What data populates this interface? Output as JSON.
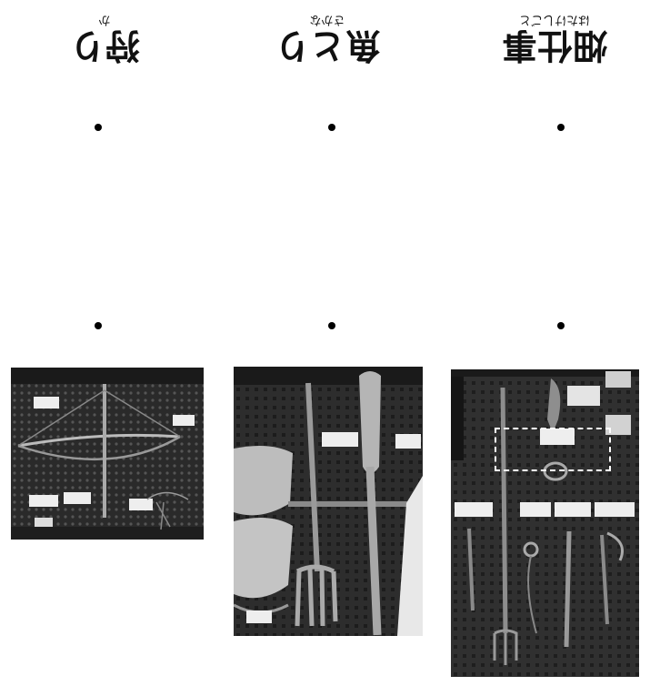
{
  "columns": [
    {
      "title": "狩り",
      "ruby": "か"
    },
    {
      "title": "魚とり",
      "ruby": "さかな"
    },
    {
      "title": "畑仕事",
      "ruby": "はたけしごと"
    }
  ],
  "icons": {
    "bullet": "bullet-dot-icon"
  },
  "colors": {
    "background": "#ffffff",
    "photo": "#2c2c2c",
    "text": "#111111"
  }
}
